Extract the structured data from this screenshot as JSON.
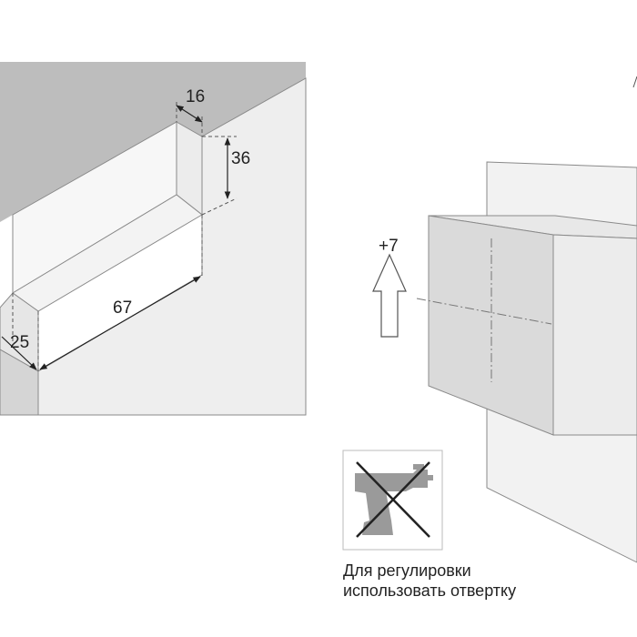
{
  "dimensions": {
    "d16": "16",
    "d36": "36",
    "d67": "67",
    "d25": "25"
  },
  "adjustment": {
    "label": "+7"
  },
  "warning": {
    "icon": "screwdriver-crossed-icon",
    "line1": "Для регулировки",
    "line2": "использовать отвертку"
  },
  "colors": {
    "ceiling": "#bdbdbd",
    "wall": "#eeeeee",
    "wall_dark": "#e4e4e4",
    "box_front": "#dadada",
    "box_side": "#ececec",
    "panel": "#f2f2f2",
    "line": "#8a8a8a",
    "ink": "#222222"
  }
}
